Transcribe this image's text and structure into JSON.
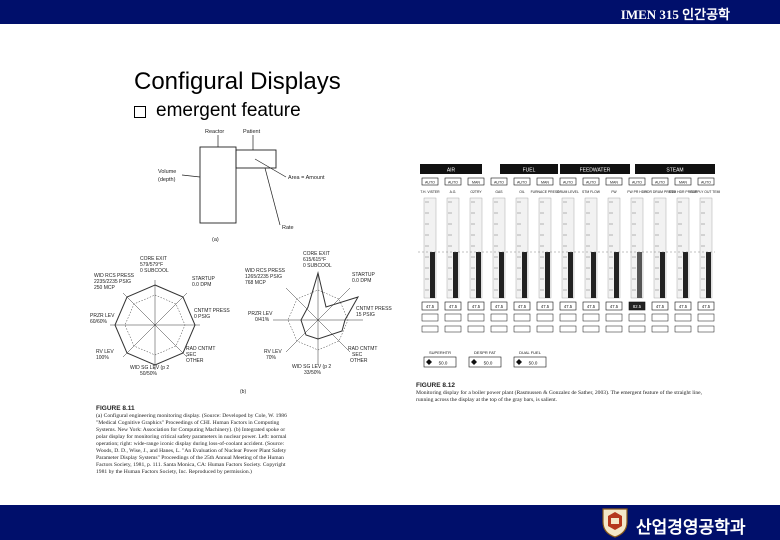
{
  "header": {
    "course": "IMEN 315 인간공학"
  },
  "footer": {
    "department": "산업경영공학과"
  },
  "slide": {
    "title": "Configural Displays",
    "bullet": "emergent feature"
  },
  "fig811": {
    "a": {
      "reactor": "Reactor",
      "patient": "Patient",
      "volume": "Volume",
      "depth": "(depth)",
      "area": "Area = Amount",
      "rate": "Rate",
      "label": "(a)"
    },
    "b": {
      "label": "(b)",
      "left": {
        "core": "CORE EXIT",
        "core2": "579/579°F",
        "core3": "0 SUBCOOL",
        "wid": "WID RCS PRESS",
        "wid2": "2235/2235 PSIG",
        "wid3": "250 MCP",
        "startup": "STARTUP",
        "startup2": "0.0 DPM",
        "cntmt": "CNTMT PRESS",
        "cntmt2": "0 PSIG",
        "przr": "PRZR LEV",
        "przr2": "60/60%",
        "rv": "RV LEV",
        "rv2": "100%",
        "rad": "RAD CNTMT",
        "rad2": "SEC",
        "rad3": "OTHER",
        "wid4": "WID SG LEV (p 2",
        "wid5": "50/50%"
      },
      "right": {
        "core": "CORE EXIT",
        "core2": "615/615°F",
        "core3": "0 SUBCOOL",
        "wid": "WID RCS PRESS",
        "wid2": "1265/2235 PSIG",
        "wid3": "768 MCP",
        "startup": "STARTUP",
        "startup2": "0.0 DPM",
        "cntmt": "CNTMT PRESS",
        "cntmt2": "15 PSIG",
        "przr": "PRZR LEV",
        "przr2": "0/41%",
        "rv": "RV LEV",
        "rv2": "70%",
        "rad": "RAD CNTMT",
        "rad2": "SEC",
        "rad3": "OTHER",
        "wid4": "WID SG LEV (p 2",
        "wid5": "33/50%"
      }
    },
    "caption_title": "FIGURE 8.11",
    "caption": "(a) Configural engineering monitoring display. (Source: Developed by Cole, W. 1986 \"Medical Cognitive Graphics\" Proceedings of CHI. Human Factors in Computing Systems. New York: Association for Computing Machinery). (b) Integrated spoke or polar display for monitoring critical safety parameters in nuclear power. Left: normal operation; right: wide-range iconic display during loss-of-coolant accident. (Source: Woods, D. D., Wise, J., and Hanes, L. \"An Evaluation of Nuclear Power Plant Safety Parameter Display Systems\" Proceedings of the 25th Annual Meeting of the Human Factors Society, 1981, p. 111. Santa Monica, CA: Human Factors Society. Copyright 1981 by the Human Factors Society, Inc. Reproduced by permission.)"
  },
  "fig812": {
    "groups": [
      "AIR",
      "FUEL",
      "FEEDWATER",
      "STEAM"
    ],
    "auto": "AUTO",
    "man": "MAN",
    "cols": [
      "T.H. VISTER",
      "A.G.",
      "O2TRY",
      "GAS",
      "OIL",
      "FURNACE PRESS",
      "DRUM LEVEL",
      "STM FLOW",
      "FW",
      "FW PR HDR",
      "HDR DRUM PRESS",
      "STM HDR PRESS",
      "SUPPLY OUT TEMP"
    ],
    "readings": [
      "47.5",
      "47.5",
      "47.5",
      "47.5",
      "47.5",
      "47.5",
      "47.5",
      "47.5",
      "47.5",
      "82.5",
      "47.5",
      "47.5",
      "47.5"
    ],
    "bottom": [
      "SUPERHTR",
      "DESPR FAT",
      "DUAL FUEL"
    ],
    "bottom_val": "50.0",
    "caption_title": "FIGURE 8.12",
    "caption": "Monitoring display for a boiler power plant (Rasmussen & Gonzalez de Sather, 2003). The emergent feature of the straight line, running across the display at the top of the gray bars, is salient."
  }
}
